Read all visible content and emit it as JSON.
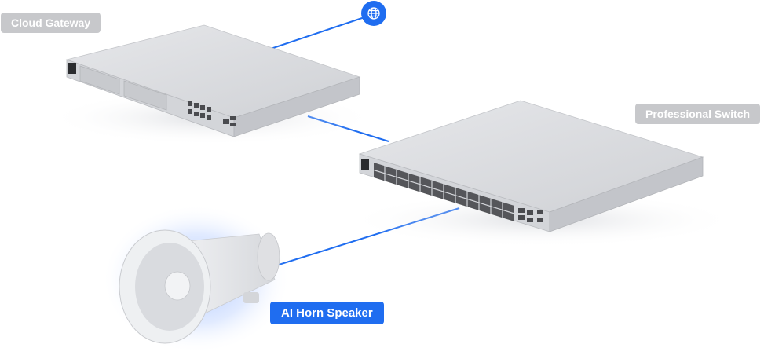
{
  "labels": {
    "cloud_gateway": "Cloud Gateway",
    "professional_switch": "Professional Switch",
    "ai_horn_speaker": "AI Horn Speaker"
  },
  "colors": {
    "link_line": "#1f6df0",
    "highlight_label": "#1f6df0",
    "device_label": "#c7c8cb",
    "device_body": "#dcdde0",
    "speaker_glow": "#8fb2ff"
  },
  "icons": {
    "internet": "globe-icon"
  }
}
